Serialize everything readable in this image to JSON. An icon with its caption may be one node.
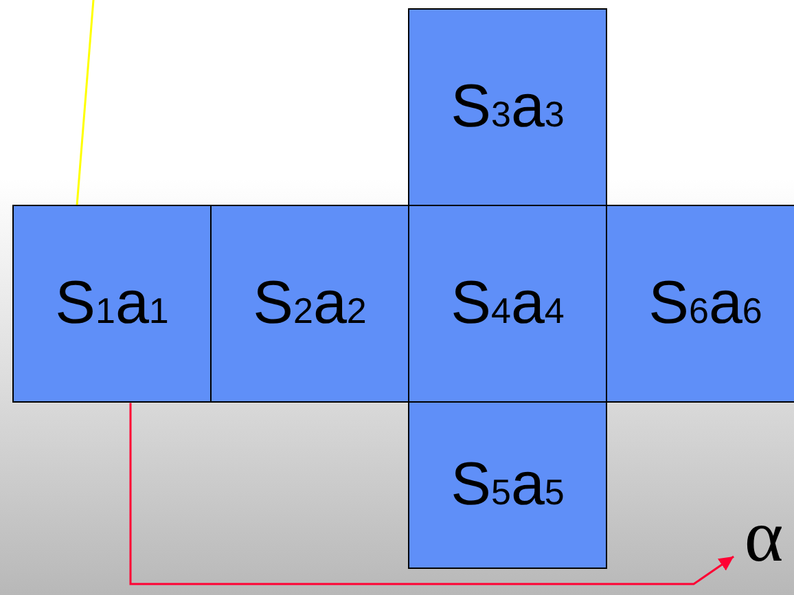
{
  "diagram": {
    "nodes": [
      {
        "text": [
          "S$_{1}$a$_{1}$"
        ]
      },
      {
        "text": [
          "S$_{2}$a$_{2}$"
        ]
      },
      {
        "text": [
          "S$_{3}$a$_{3}$"
        ]
      },
      {
        "text": [
          "S$_{4}$a$_{4}$"
        ]
      },
      {
        "text": [
          "S$_{6}$a$_{6}$"
        ]
      },
      {
        "text": [
          "S$_{5}$a$_{5}$"
        ]
      },
      {
        "text": [
          "α"
        ]
      }
    ],
    "edges": [
      {
        "from": null,
        "to": 0,
        "arrow": "none",
        "color": "#ffff00"
      },
      {
        "from": 0,
        "to": 6,
        "arrow": "to",
        "color": "#ff0033"
      }
    ]
  }
}
